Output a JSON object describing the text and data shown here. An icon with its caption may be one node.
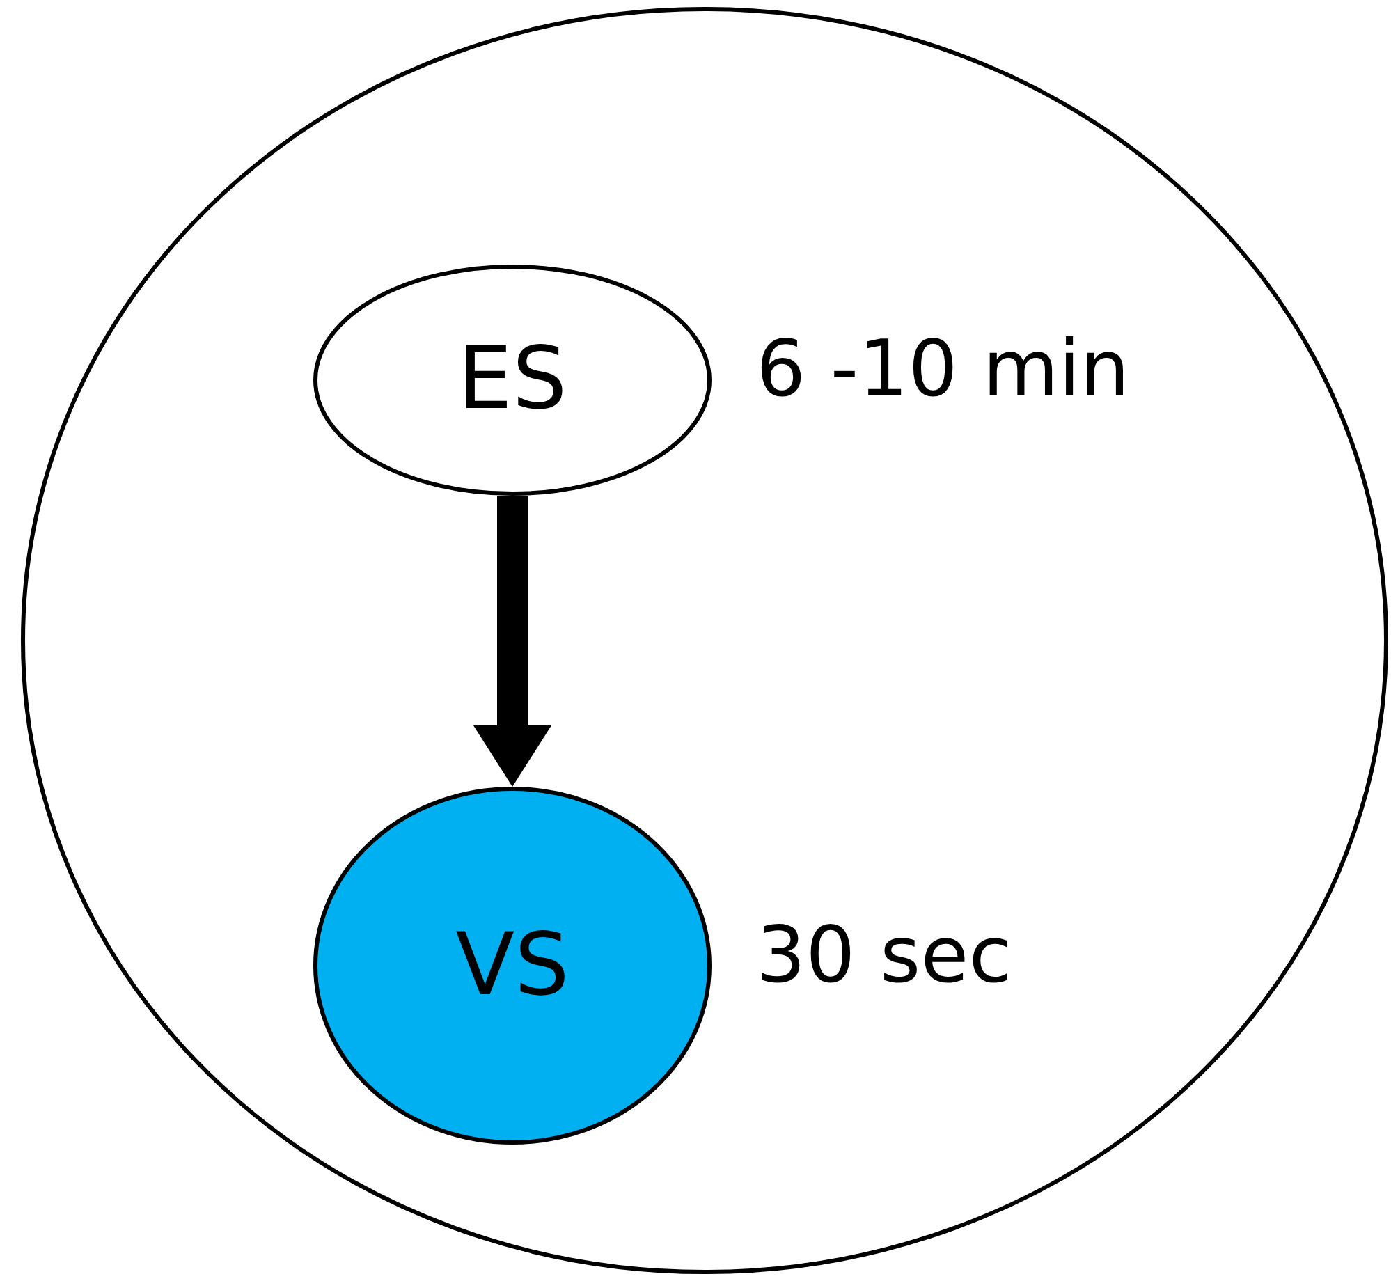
{
  "diagram": {
    "nodes": [
      {
        "text": [],
        "shape": "circle"
      },
      {
        "text": [
          "ES"
        ],
        "in": 0,
        "beside": [
          "6 -10 min"
        ]
      },
      {
        "text": [
          "VS"
        ],
        "in": 0,
        "beside": [
          "30 sec"
        ]
      }
    ],
    "edges": [
      {
        "from": 1,
        "to": 2,
        "arrow": "to"
      }
    ]
  }
}
